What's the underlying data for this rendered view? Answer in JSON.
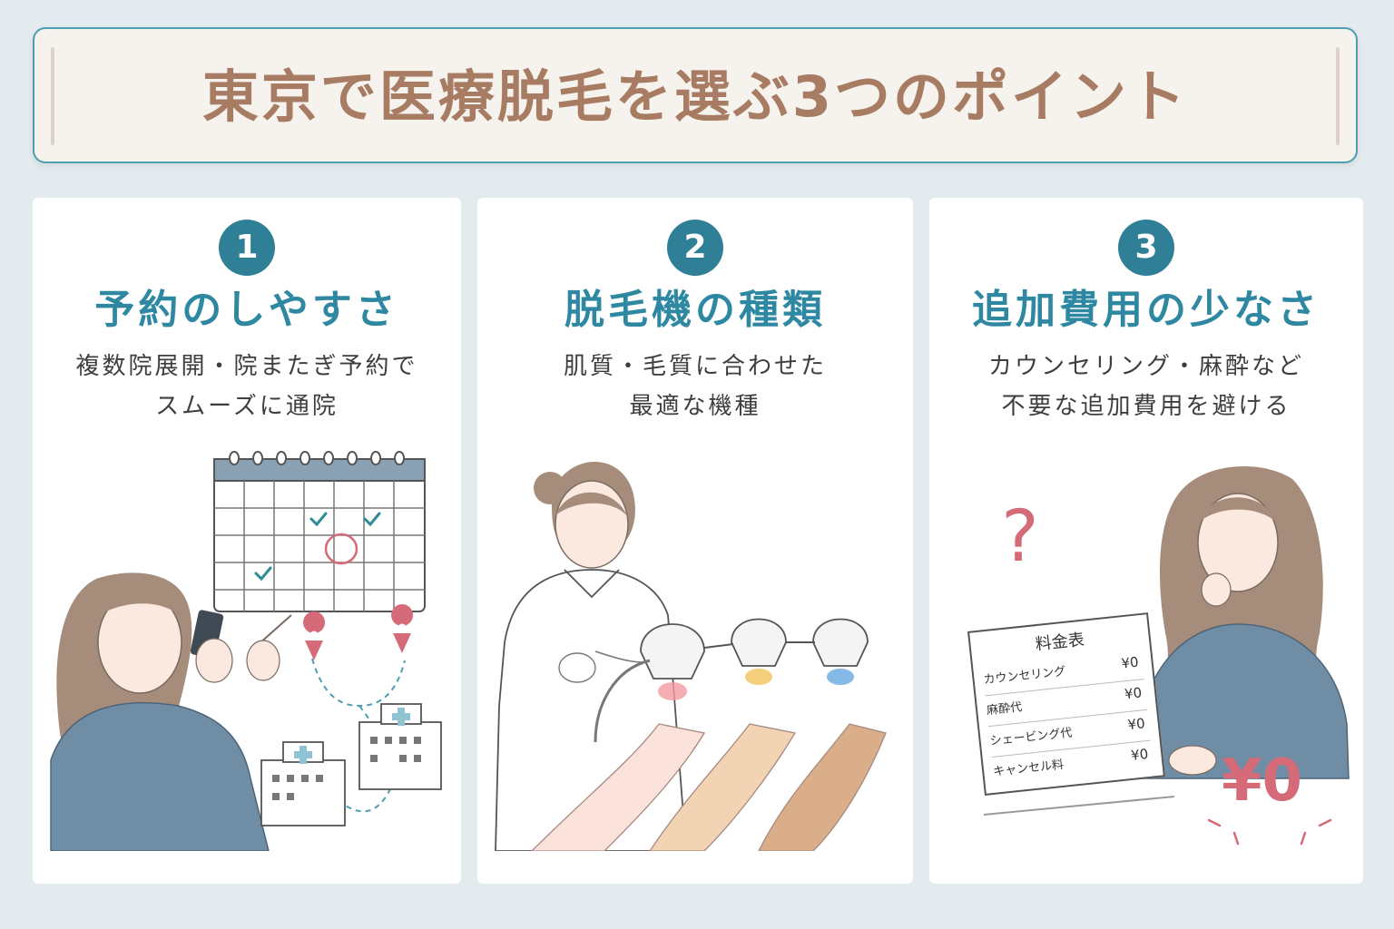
{
  "header": {
    "title": "東京で医療脱毛を選ぶ3つのポイント"
  },
  "points": [
    {
      "number": "1",
      "title": "予約のしやすさ",
      "desc": [
        "複数院展開・院またぎ予約で",
        "スムーズに通院"
      ]
    },
    {
      "number": "2",
      "title": "脱毛機の種類",
      "desc": [
        "肌質・毛質に合わせた",
        "最適な機種"
      ]
    },
    {
      "number": "3",
      "title": "追加費用の少なさ",
      "desc": [
        "カウンセリング・麻酔など",
        "不要な追加費用を避ける"
      ]
    }
  ],
  "price_table": {
    "title": "料金表",
    "rows": [
      {
        "label": "カウンセリング",
        "price": "¥0"
      },
      {
        "label": "麻酔代",
        "price": "¥0"
      },
      {
        "label": "シェービング代",
        "price": "¥0"
      },
      {
        "label": "キャンセル料",
        "price": "¥0"
      }
    ],
    "big_price": "¥0"
  },
  "colors": {
    "accent": "#2f7f97",
    "title_brown": "#a77c62",
    "sweater": "#6f8ea6",
    "hair": "#9b8272",
    "pin": "#d56b78"
  }
}
